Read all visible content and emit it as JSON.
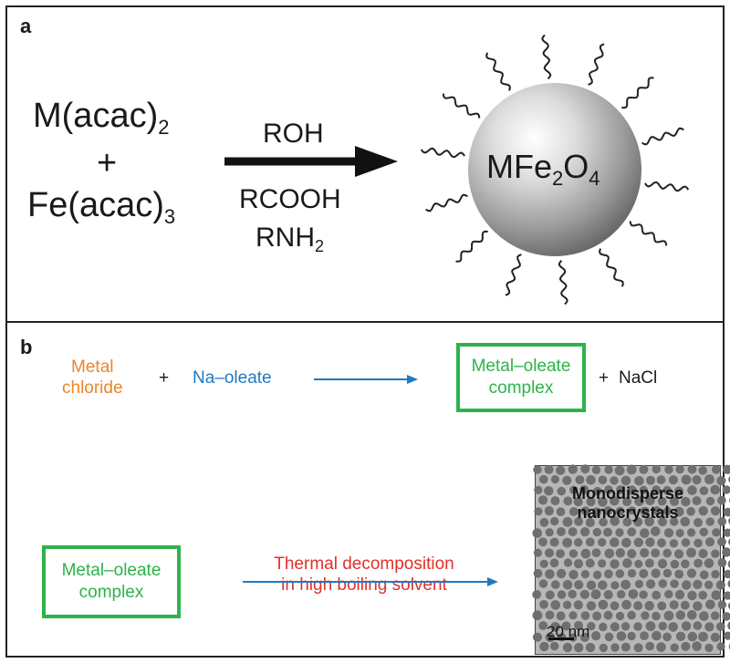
{
  "panel_a": {
    "label": "a",
    "reactant1": {
      "base": "M(acac)",
      "sub": "2"
    },
    "plus": "+",
    "reactant2": {
      "base": "Fe(acac)",
      "sub": "3"
    },
    "reagent_top": "ROH",
    "reagent_bottom1": "RCOOH",
    "reagent_bottom2": {
      "base": "RNH",
      "sub": "2"
    },
    "product": {
      "p1": "MFe",
      "s1": "2",
      "p2": "O",
      "s2": "4"
    }
  },
  "panel_b": {
    "label": "b",
    "reactant1": [
      "Metal",
      "chloride"
    ],
    "plus1": "+",
    "reactant2": "Na–oleate",
    "product_box": [
      "Metal–oleate",
      "complex"
    ],
    "plus2": "+",
    "byproduct": "NaCl",
    "start_box": [
      "Metal–oleate",
      "complex"
    ],
    "condition": [
      "Thermal decomposition",
      "in high boiling solvent"
    ],
    "tem_title": [
      "Monodisperse",
      "nanocrystals"
    ],
    "scale_bar": "20 nm"
  },
  "colors": {
    "orange": "#e8862a",
    "blue": "#1f79c4",
    "red": "#e0302a",
    "green": "#2db34a",
    "arrow_black": "#111111"
  }
}
